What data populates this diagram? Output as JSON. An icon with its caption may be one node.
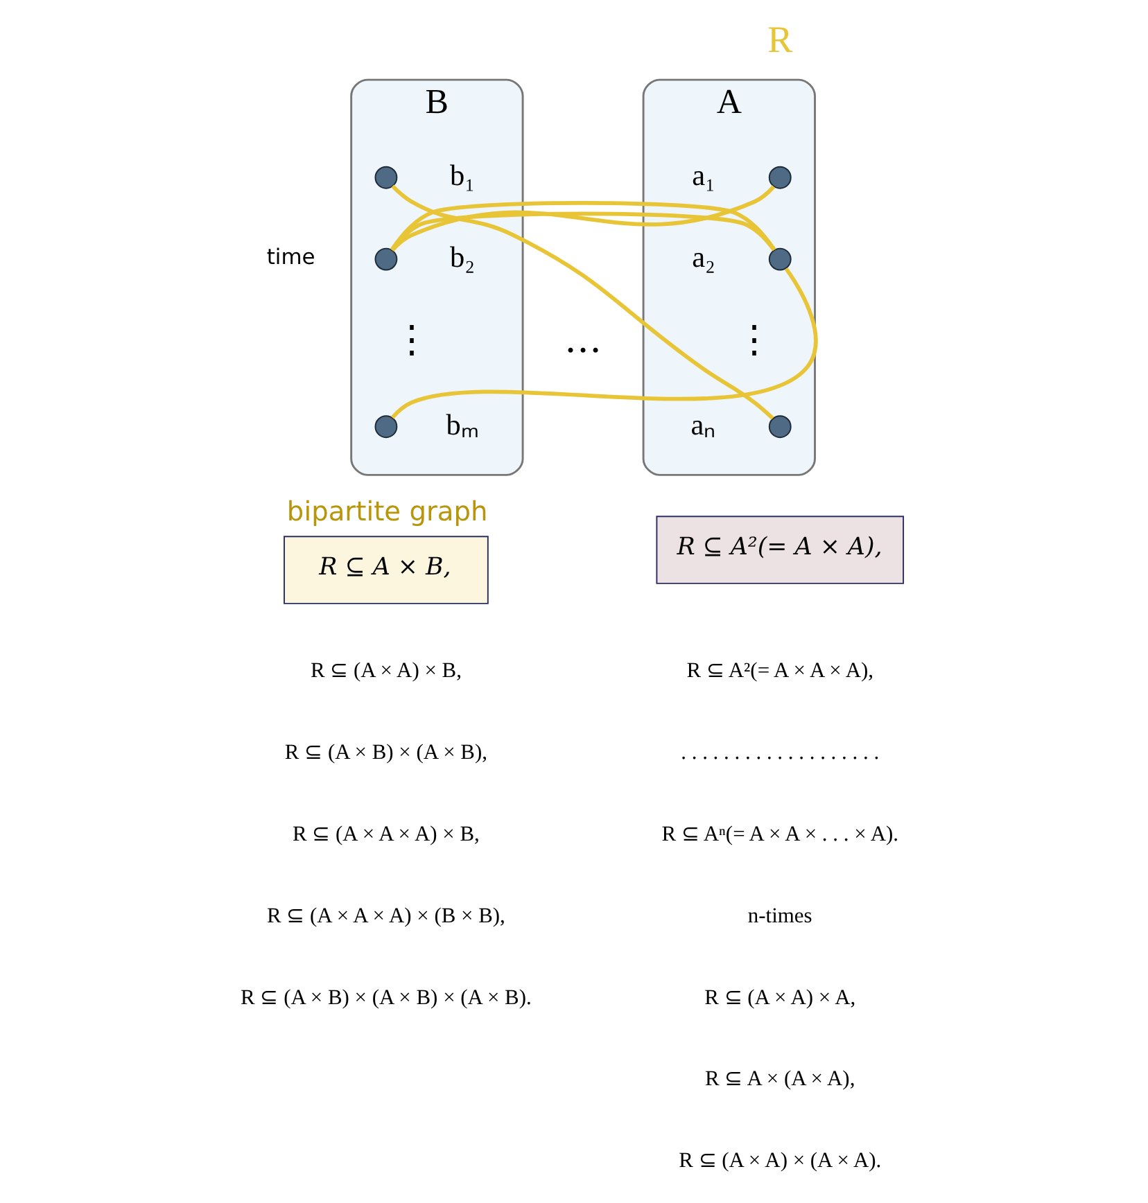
{
  "diagram": {
    "nodes": [
      {
        "text": [
          "A"
        ]
      },
      {
        "text": [],
        "shape": "circle",
        "beside": [
          "a₁"
        ],
        "in": 0
      },
      {
        "text": [],
        "shape": "circle",
        "beside": [
          "a₂"
        ],
        "in": 0
      },
      {
        "text": [],
        "shape": "circle",
        "beside": [
          "aₙ"
        ],
        "in": 0
      },
      {
        "text": [
          "B"
        ]
      },
      {
        "text": [],
        "shape": "circle",
        "beside": [
          "b₁"
        ],
        "in": 4
      },
      {
        "text": [],
        "shape": "circle",
        "beside": [
          "b₂"
        ],
        "in": 4
      },
      {
        "text": [],
        "shape": "circle",
        "beside": [
          "bₘ"
        ],
        "in": 4
      },
      {
        "text": [
          "R ⊆ A²(= A × A),"
        ]
      },
      {
        "text": [
          "bipartite graph",
          "R ⊆ A × B,"
        ]
      }
    ],
    "edges": [
      {
        "from": 1,
        "to": 6,
        "arrow": "none"
      },
      {
        "from": 2,
        "to": 6,
        "arrow": "none"
      },
      {
        "from": 2,
        "to": 7,
        "arrow": "none"
      },
      {
        "from": 3,
        "to": 5,
        "arrow": "none"
      }
    ],
    "labels": [
      "time",
      "R",
      "⋮",
      "⋮",
      "…",
      "R ⊆ A²(= A × A × A),",
      ". . . . . . . . . . . . . . . . . . .",
      "R ⊆ Aⁿ(= A × A × . . . × A).",
      "n-times",
      "R ⊆ (A × A) × A,",
      "R ⊆ A × (A × A),",
      "R ⊆ (A × A) × (A × A).",
      "R ⊆ (A × A) × B,",
      "R ⊆ (A × B) × (A × B),",
      "R ⊆ (A × A × A) × B,",
      "R ⊆ (A × A × A) × (B × B),",
      "R ⊆ (A × B) × (A × B) × (A × B)."
    ]
  }
}
